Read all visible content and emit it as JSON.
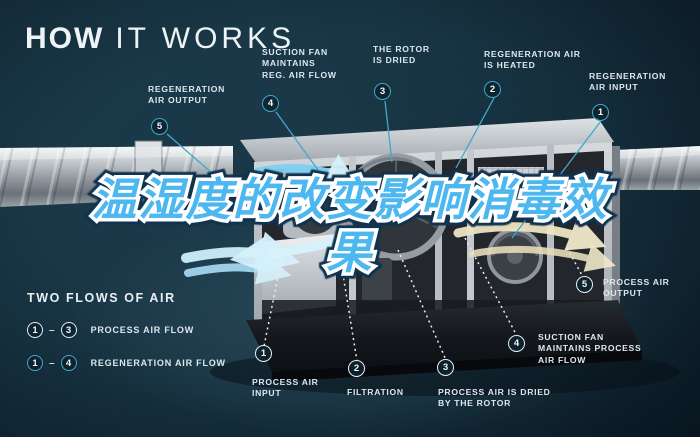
{
  "title": {
    "word_bold": "HOW",
    "word_light": "IT WORKS"
  },
  "headline": {
    "line1": "温湿度的改变影响消毒效",
    "line2": "果"
  },
  "callouts": {
    "reg_output": {
      "num": "5",
      "label": "REGENERATION\nAIR OUTPUT"
    },
    "suction_reg": {
      "num": "4",
      "label": "SUCTION FAN\nMAINTAINS\nREG. AIR FLOW"
    },
    "rotor_dried": {
      "num": "3",
      "label": "THE ROTOR\nIS DRIED"
    },
    "reg_heated": {
      "num": "2",
      "label": "REGENERATION AIR\nIS HEATED"
    },
    "reg_input": {
      "num": "1",
      "label": "REGENERATION\nAIR INPUT"
    },
    "process_output": {
      "num": "5",
      "label": "PROCESS AIR\nOUTPUT"
    },
    "process_input": {
      "num": "1",
      "label": "PROCESS AIR\nINPUT"
    },
    "filtration": {
      "num": "2",
      "label": "FILTRATION"
    },
    "process_dried": {
      "num": "3",
      "label": "PROCESS AIR IS DRIED\nBY THE ROTOR"
    },
    "suction_process": {
      "num": "4",
      "label": "SUCTION FAN\nMAINTAINS PROCESS\nAIR FLOW"
    }
  },
  "legend": {
    "heading": "TWO FLOWS OF AIR",
    "dash": "–",
    "rows": [
      {
        "from": "1",
        "to": "3",
        "label": "PROCESS AIR FLOW"
      },
      {
        "from": "1",
        "to": "4",
        "label": "REGENERATION AIR FLOW"
      }
    ]
  },
  "colors": {
    "background": "#15303d",
    "accent_teal": "#3fa9c9",
    "circle_white": "#e8eef2",
    "headline_blue": "#4db7f0",
    "heater_orange": "#e08030",
    "airflow_cyan": "#9fdef6",
    "airflow_cream": "#eee4c2"
  }
}
